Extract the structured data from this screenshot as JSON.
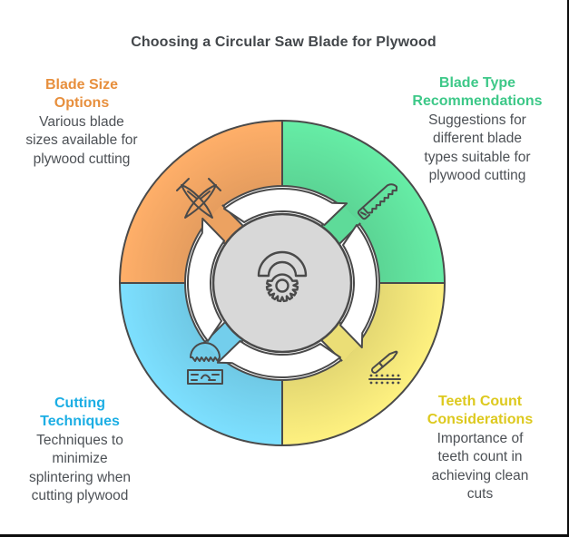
{
  "title": "Choosing a Circular Saw Blade for Plywood",
  "colors": {
    "outline": "#4a4a4a",
    "hub_fill": "#d8d8d8",
    "arrow_fill": "#ffffff",
    "title_text": "#43474b",
    "body_text": "#4d5156",
    "frame_border": "#0d0d0d"
  },
  "segments": [
    {
      "id": "blade-size-options",
      "position": "top-left",
      "heading": [
        "Blade Size",
        "Options"
      ],
      "heading_color": "#e78f3d",
      "fill": "#f8aa66",
      "icon": "crossed-blades-icon",
      "body": [
        "Various blade",
        "sizes available for",
        "plywood cutting"
      ]
    },
    {
      "id": "blade-type-recommendations",
      "position": "top-right",
      "heading": [
        "Blade Type",
        "Recommendations"
      ],
      "heading_color": "#3dc888",
      "fill": "#63e6a1",
      "icon": "handsaw-icon",
      "body": [
        "Suggestions for",
        "different blade",
        "types suitable for",
        "plywood cutting"
      ]
    },
    {
      "id": "cutting-techniques",
      "position": "bottom-left",
      "heading": [
        "Cutting",
        "Techniques"
      ],
      "heading_color": "#1caee4",
      "fill": "#79d9f8",
      "icon": "circular-saw-board-icon",
      "body": [
        "Techniques to",
        "minimize",
        "splintering when",
        "cutting plywood"
      ]
    },
    {
      "id": "teeth-count-considerations",
      "position": "bottom-right",
      "heading": [
        "Teeth Count",
        "Considerations"
      ],
      "heading_color": "#ddc91e",
      "fill": "#f7ea7c",
      "icon": "utility-knife-icon",
      "body": [
        "Importance of",
        "teeth count in",
        "achieving clean",
        "cuts"
      ]
    }
  ],
  "center": {
    "icon": "circular-saw-icon"
  }
}
